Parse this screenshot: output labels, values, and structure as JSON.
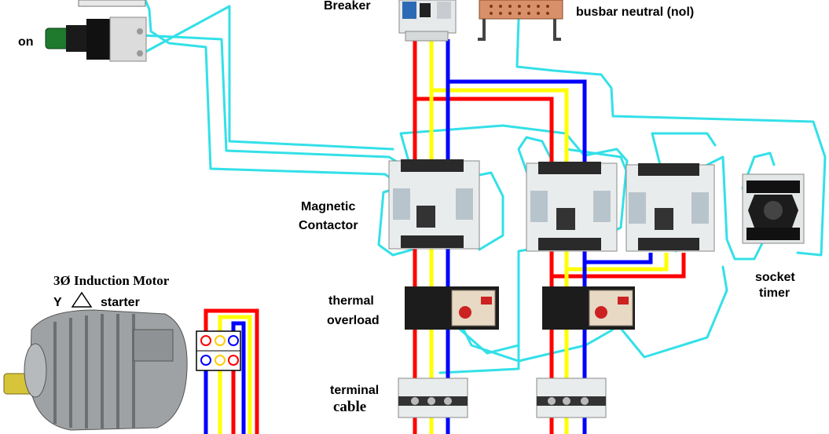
{
  "labels": {
    "breaker": "Breaker",
    "busbar": "busbar neutral (nol)",
    "on": "on",
    "magnetic_line1": "Magnetic",
    "magnetic_line2": "Contactor",
    "motor_title": "3Ø Induction Motor",
    "starter_prefix": "Y",
    "starter_word": "starter",
    "thermal_line1": "thermal",
    "thermal_line2": "overload",
    "terminal_line1": "terminal",
    "terminal_line2": "cable",
    "socket_line1": "socket",
    "socket_line2": "timer"
  },
  "colors": {
    "phase_r": "#ff0000",
    "phase_s": "#ffff00",
    "phase_t": "#0000ff",
    "control": "#33e0e8",
    "copper": "#d9906a",
    "device": "#e9ecec"
  },
  "icons": {
    "delta": "triangle-icon",
    "motor": "induction-motor-icon"
  }
}
